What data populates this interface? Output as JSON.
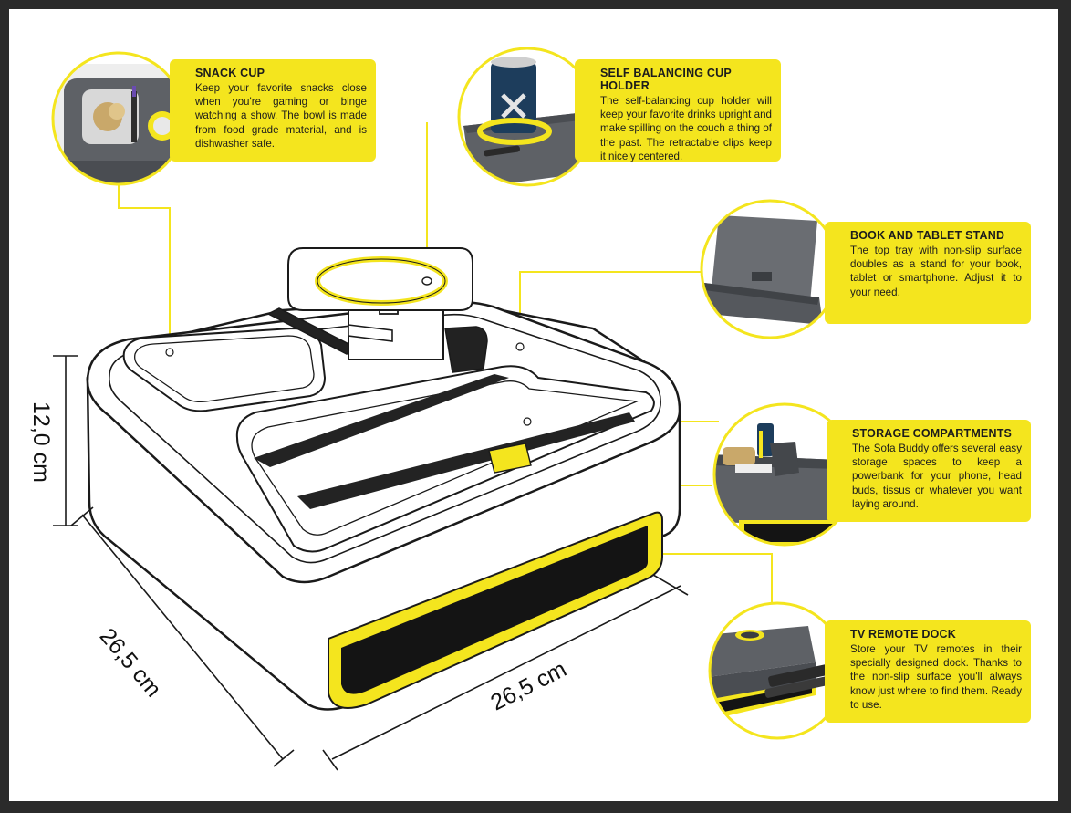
{
  "colors": {
    "accent_yellow": "#f4e51e",
    "tray_grey": "#5e6166",
    "outline": "#1a1a1a",
    "frame": "#2b2b2b"
  },
  "callouts": {
    "snack_cup": {
      "title": "SNACK CUP",
      "text": "Keep your favorite snacks close when you're gaming or binge watching a show. The bowl is made from food grade material, and is dishwasher safe."
    },
    "cup_holder": {
      "title": "SELF BALANCING CUP HOLDER",
      "text": "The self-balancing cup holder will keep your favorite drinks upright and make spilling on the couch a thing of the past. The retractable clips keep it nicely centered."
    },
    "tablet_stand": {
      "title": "BOOK AND TABLET STAND",
      "text": "The top tray with non-slip surface doubles as a stand for your book, tablet or smartphone. Adjust it to your need."
    },
    "storage": {
      "title": "STORAGE COMPARTMENTS",
      "text": "The Sofa Buddy offers several easy storage spaces to keep a powerbank for your phone, head buds, tissus or whatever you want laying around."
    },
    "remote_dock": {
      "title": "TV REMOTE DOCK",
      "text": "Store your TV remotes in their specially designed dock. Thanks to the non-slip surface you'll always know just where to find them. Ready to use."
    }
  },
  "dimensions": {
    "height": "12,0 cm",
    "depth": "26,5 cm",
    "width": "26,5 cm"
  }
}
